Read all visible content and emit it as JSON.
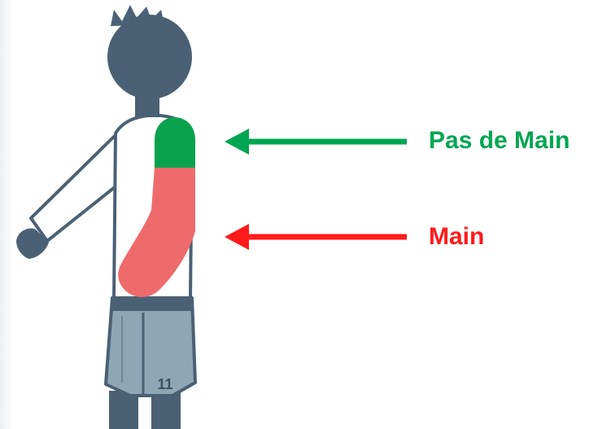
{
  "labels": {
    "no_hand": "Pas de Main",
    "hand": "Main",
    "jersey_number": "11"
  },
  "colors": {
    "green": "#00a651",
    "red": "#ff1a1a",
    "green_zone": "#0aa24d",
    "red_zone": "#ef6b6b",
    "body_dark": "#4a6175",
    "shorts": "#8fa6b6",
    "shirt": "#ffffff"
  },
  "icons": {
    "player": "player-back-view-icon",
    "arrow_no_hand": "arrow-left-icon",
    "arrow_hand": "arrow-left-icon"
  }
}
